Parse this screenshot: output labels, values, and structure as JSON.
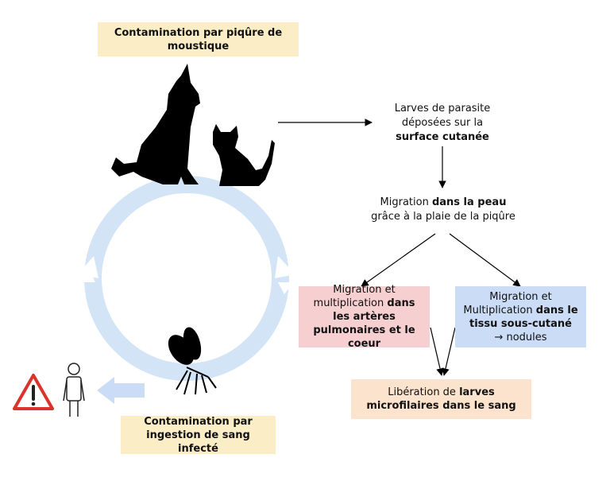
{
  "top_label": "Contamination par piqûre de moustique",
  "bottom_label": "Contamination par ingestion de sang infecté",
  "step_larvae": {
    "pre": "Larves de parasite déposées sur la ",
    "bold": "surface cutanée"
  },
  "step_migration": {
    "pre": "Migration ",
    "bold": "dans la peau",
    "post": "grâce à la plaie de la piqûre"
  },
  "step_arteries": {
    "pre": "Migration et multiplication ",
    "bold": "dans les artères pulmonaires et le coeur"
  },
  "step_subcutaneous": {
    "pre": "Migration et Multiplication ",
    "bold": "dans le tissu sous-cutané",
    "post": "→ nodules"
  },
  "step_release": {
    "pre": "Libération de ",
    "bold": "larves microfilaires dans le sang"
  },
  "icons": [
    "dog-icon",
    "cat-icon",
    "mosquito-icon",
    "human-icon",
    "warning-icon",
    "cycle-arrows",
    "left-arrow"
  ],
  "colors": {
    "yellow": "#fbeec7",
    "peach": "#fbe3cd",
    "pink": "#f6cfd1",
    "blue": "#cbdcf6",
    "cycle": "#d3e4f7",
    "warning": "#d9342b"
  }
}
